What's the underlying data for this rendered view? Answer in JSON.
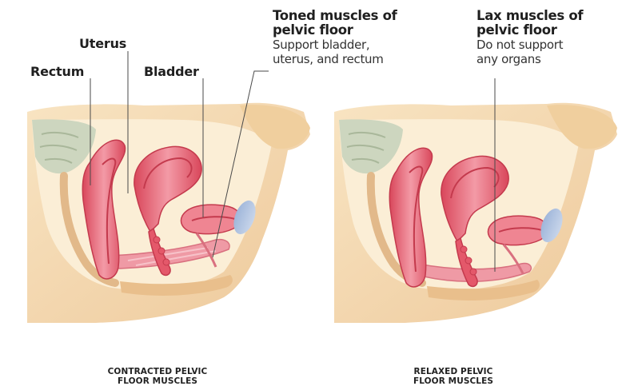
{
  "labels": {
    "uterus": "Uterus",
    "rectum": "Rectum",
    "bladder": "Bladder",
    "toned_title_1": "Toned muscles of",
    "toned_title_2": "pelvic floor",
    "toned_desc_1": "Support bladder,",
    "toned_desc_2": "uterus, and rectum",
    "lax_title_1": "Lax muscles of",
    "lax_title_2": "pelvic floor",
    "lax_desc_1": "Do not support",
    "lax_desc_2": "any organs"
  },
  "captions": {
    "left_1": "CONTRACTED PELVIC",
    "left_2": "FLOOR MUSCLES",
    "right_1": "RELAXED PELVIC",
    "right_2": "FLOOR MUSCLES"
  },
  "colors": {
    "skin": "#f6dcb3",
    "skin_dark": "#e9bf8c",
    "cavity": "#fbeed6",
    "spine": "#cdd6bf",
    "organ": "#e4586a",
    "organ_light": "#f3a3ad",
    "organ_dark": "#c43a4d",
    "muscle": "#ef9aa5",
    "bladder_tint": "#a9bcdc",
    "leader": "#4a4a4a"
  }
}
